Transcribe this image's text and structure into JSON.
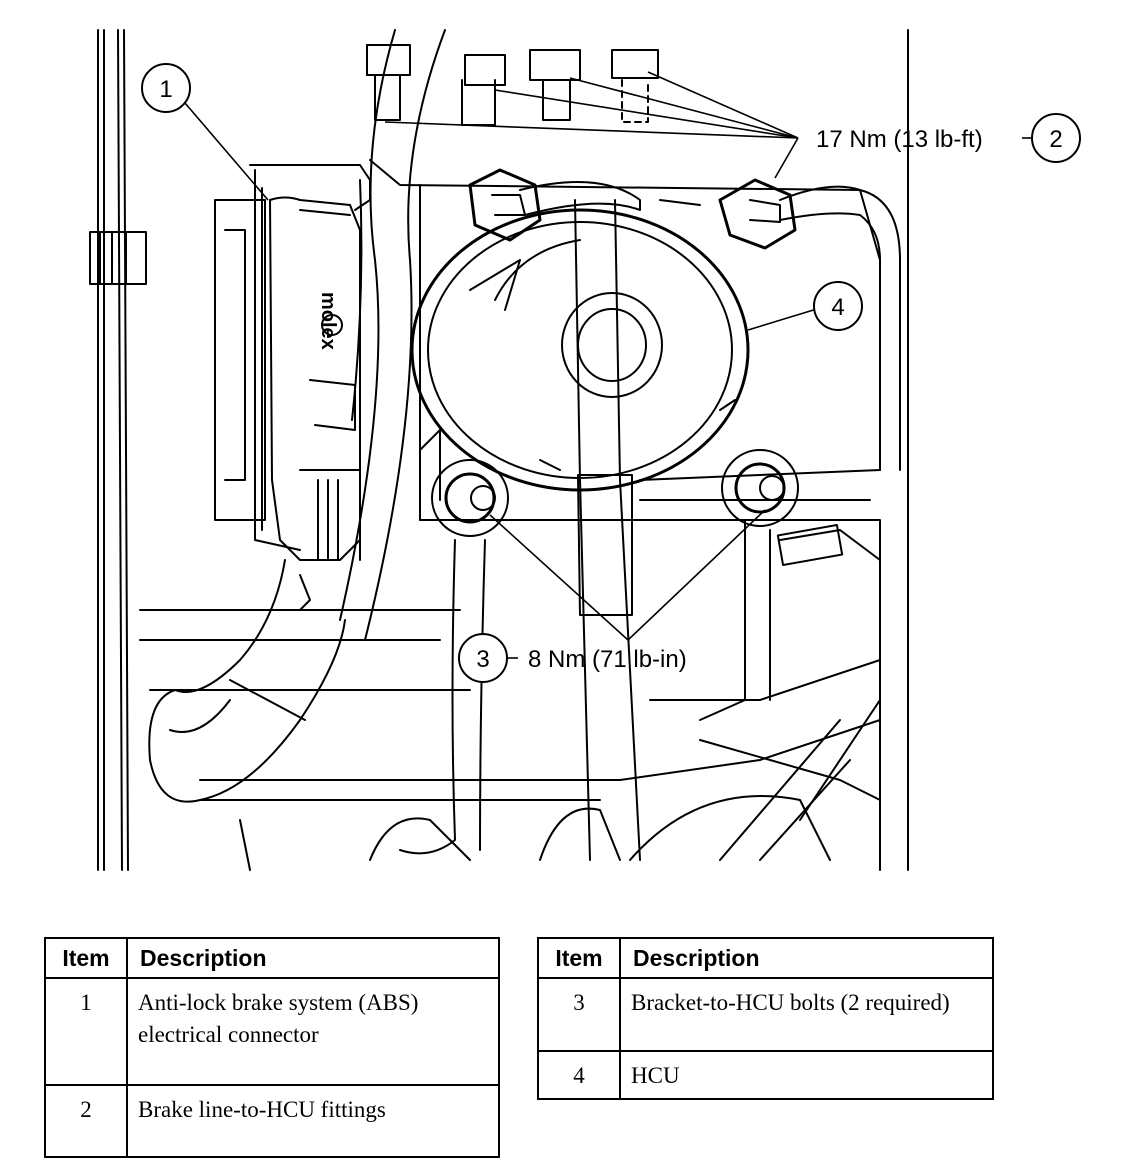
{
  "callouts": [
    {
      "number": "1"
    },
    {
      "number": "2",
      "torque": "17 Nm (13 lb-ft)"
    },
    {
      "number": "3",
      "torque": "8 Nm (71 lb-in)"
    },
    {
      "number": "4"
    }
  ],
  "connector_brand": "molex",
  "legend": {
    "headers": {
      "item": "Item",
      "description": "Description"
    },
    "left": [
      {
        "item": "1",
        "description": "Anti-lock brake system (ABS) electrical connector"
      },
      {
        "item": "2",
        "description": "Brake line-to-HCU fittings"
      }
    ],
    "right": [
      {
        "item": "3",
        "description": "Bracket-to-HCU bolts (2 required)"
      },
      {
        "item": "4",
        "description": "HCU"
      }
    ]
  }
}
